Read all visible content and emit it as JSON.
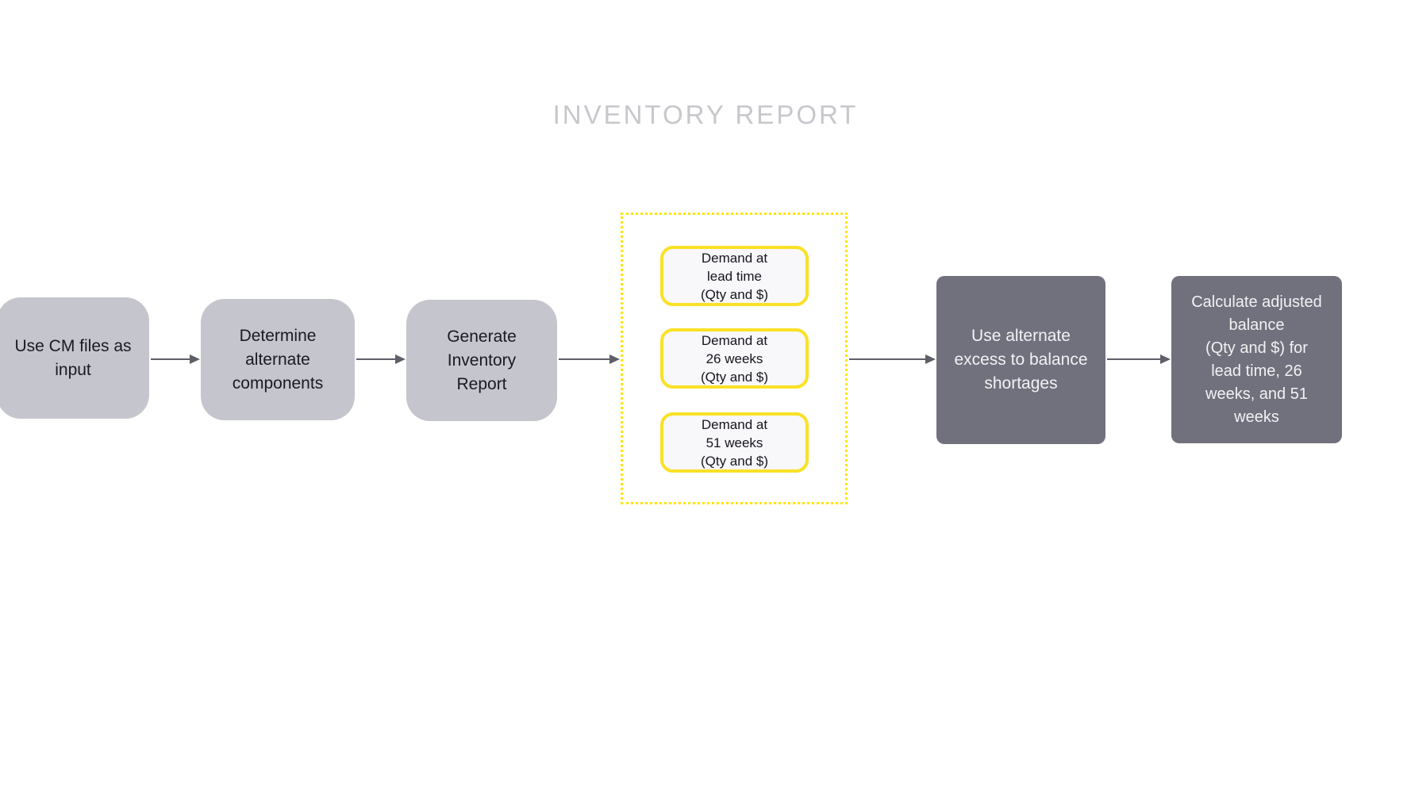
{
  "title": "INVENTORY REPORT",
  "colors": {
    "background": "#ffffff",
    "title_gray": "#c7c7cc",
    "step_light_fill": "#c5c5cd",
    "step_dark_fill": "#71717d",
    "step_light_text": "#1a1a24",
    "step_dark_text": "#f2f2f5",
    "brand_yellow": "#ffe600",
    "pill_fill": "#f8f8fb",
    "arrow_gray": "#5f5f69"
  },
  "flow": {
    "steps": [
      {
        "id": "use-cm-files",
        "label": "Use CM files as\ninput"
      },
      {
        "id": "determine-alternates",
        "label": "Determine\nalternate\ncomponents"
      },
      {
        "id": "generate-report",
        "label": "Generate\nInventory\nReport"
      },
      {
        "id": "balance-shortages",
        "label": "Use alternate\nexcess to balance\nshortages"
      },
      {
        "id": "calculate-adjusted",
        "label": "Calculate adjusted\nbalance\n(Qty and $) for\nlead time, 26\nweeks, and 51\nweeks"
      }
    ],
    "demand_group": {
      "items": [
        {
          "label": "Demand at\nlead time\n(Qty and $)"
        },
        {
          "label": "Demand at\n26 weeks\n(Qty and $)"
        },
        {
          "label": "Demand at\n51 weeks\n(Qty and $)"
        }
      ]
    }
  }
}
